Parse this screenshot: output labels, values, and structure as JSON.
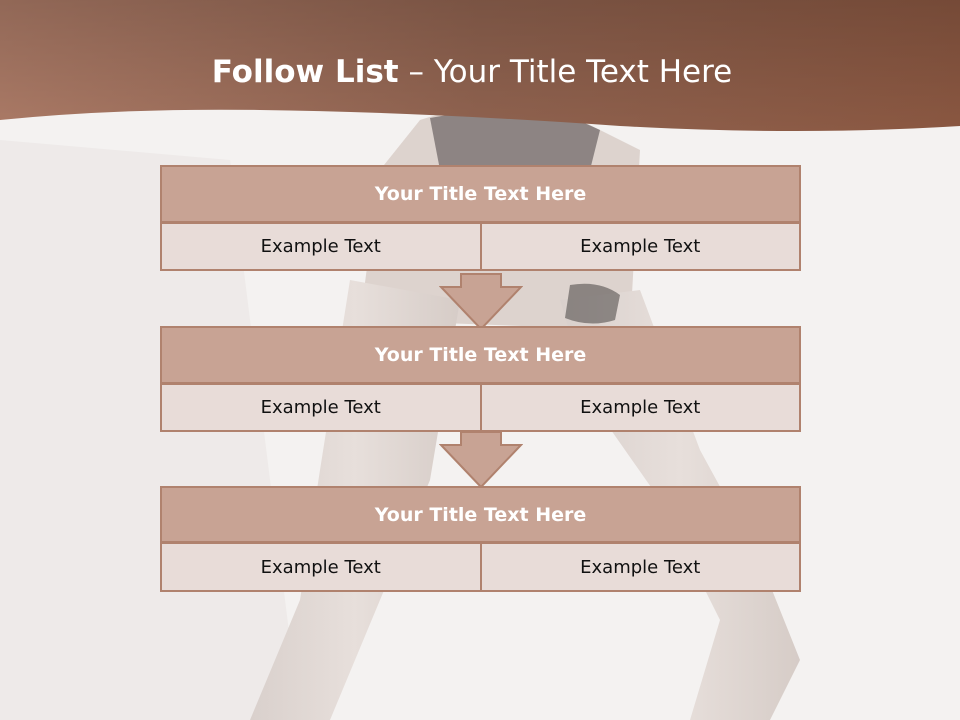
{
  "slide": {
    "title_bold": "Follow List",
    "title_rest": " – Your Title Text Here"
  },
  "blocks": [
    {
      "title": "Your Title Text Here",
      "left": "Example Text",
      "right": "Example Text"
    },
    {
      "title": "Your Title Text Here",
      "left": "Example Text",
      "right": "Example Text"
    },
    {
      "title": "Your Title Text Here",
      "left": "Example Text",
      "right": "Example Text"
    }
  ],
  "colors": {
    "header_brown": "#8f5a44",
    "block_title_fill": "#c8a394",
    "block_cell_fill": "#e8dcd8",
    "block_border": "#b0826e"
  }
}
